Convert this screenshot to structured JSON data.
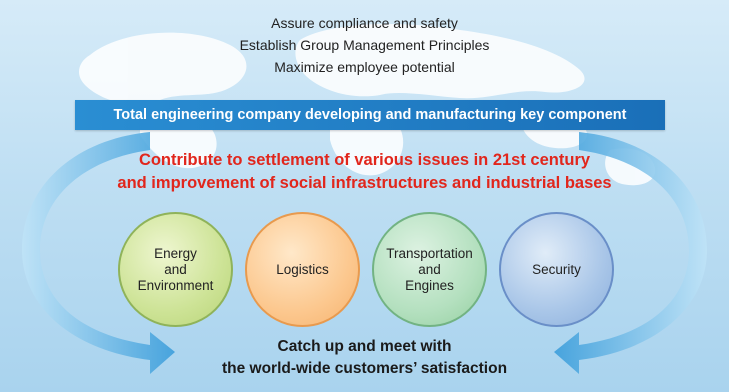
{
  "principles": [
    "Assure compliance and safety",
    "Establish Group Management Principles",
    "Maximize employee potential"
  ],
  "banner": "Total engineering company developing and manufacturing key component",
  "mission": [
    "Contribute to settlement of various issues in 21st century",
    "and improvement of social infrastructures and industrial bases"
  ],
  "domains": [
    {
      "label": "Energy\nand\nEnvironment",
      "color": "#cde396"
    },
    {
      "label": "Logistics",
      "color": "#fcc88f"
    },
    {
      "label": "Transportation\nand\nEngines",
      "color": "#b4e0bf"
    },
    {
      "label": "Security",
      "color": "#a9c6e8"
    }
  ],
  "customers": [
    "Catch up and meet with",
    "the world-wide customers’ satisfaction"
  ],
  "colors": {
    "banner": "#1f7cc4",
    "mission_text": "#e1261c",
    "arrows": "#3fa3dd"
  }
}
